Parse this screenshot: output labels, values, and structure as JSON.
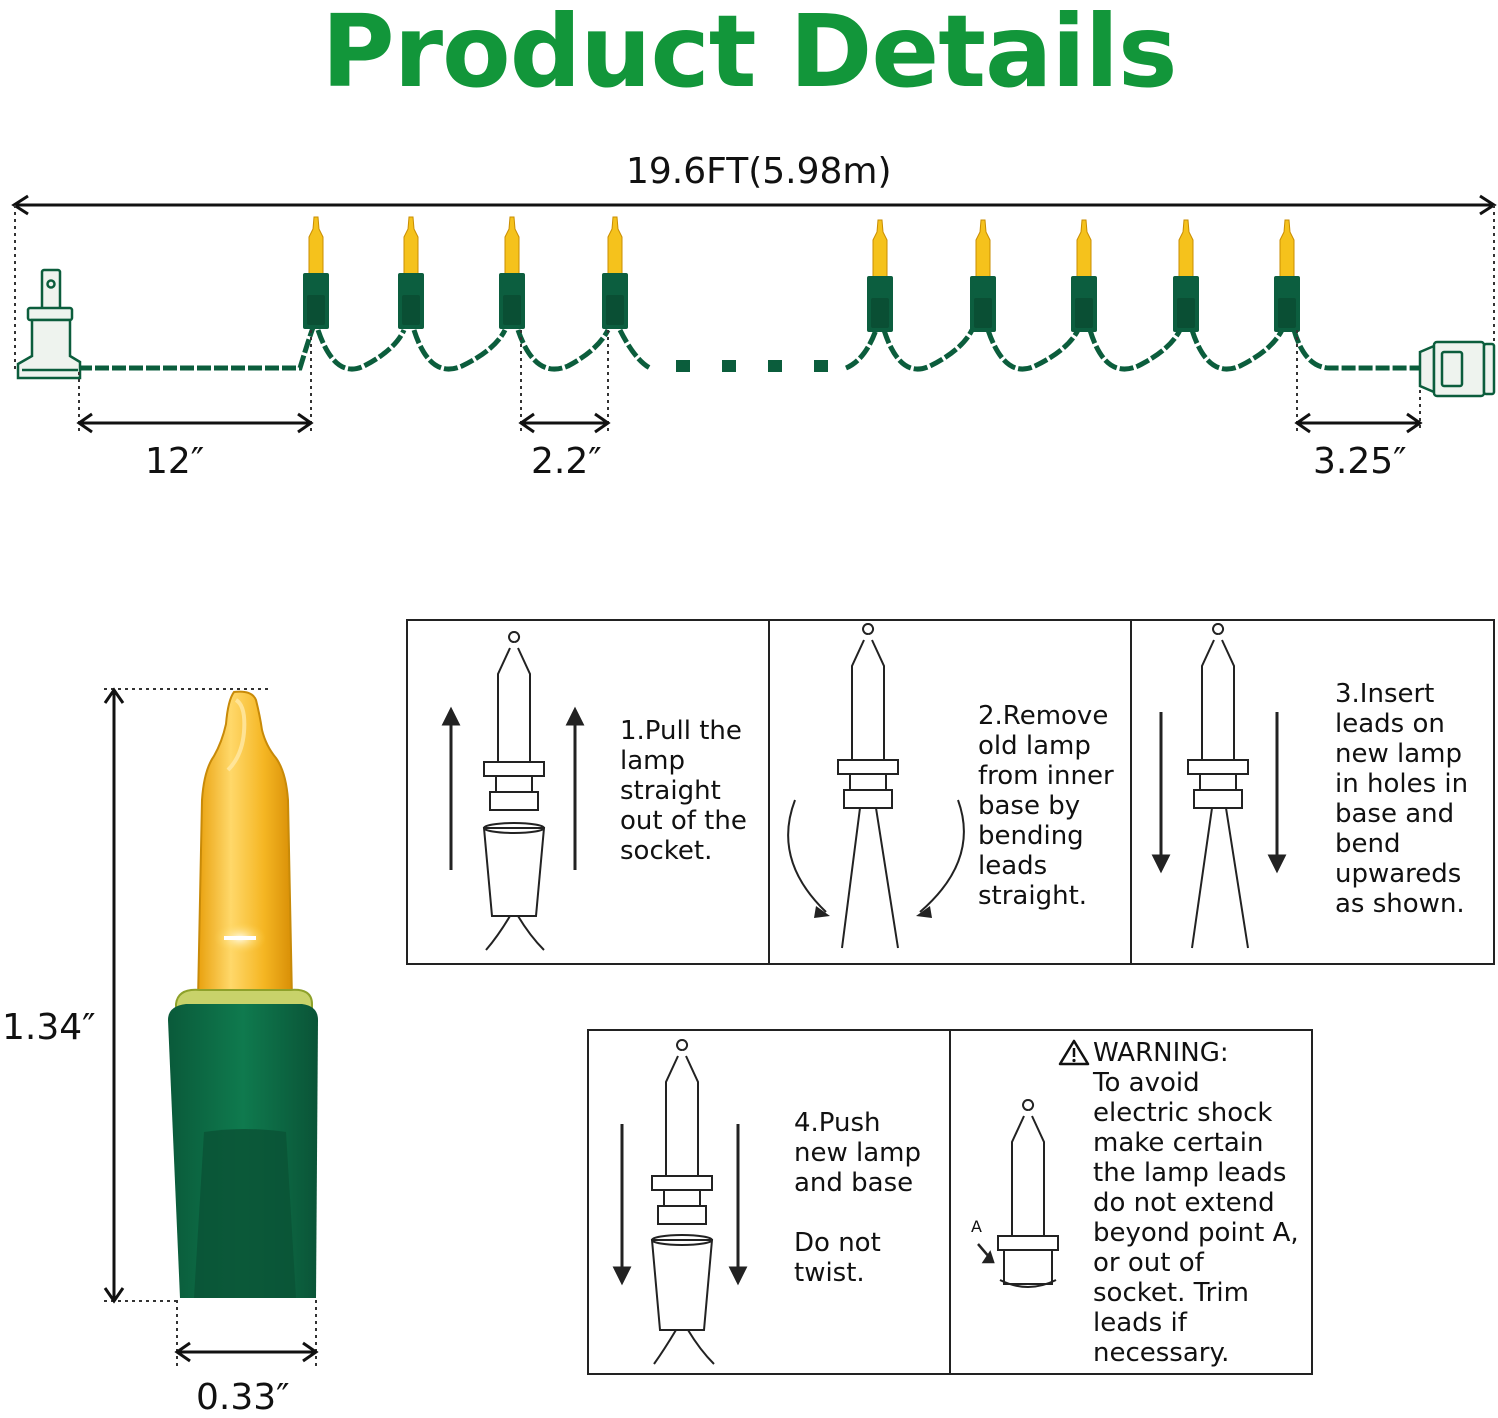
{
  "title": "Product Details",
  "dimensions": {
    "total_length": "19.6FT(5.98m)",
    "lead_in": "12″",
    "bulb_spacing": "2.2″",
    "lead_out": "3.25″",
    "bulb_height": "1.34″",
    "bulb_width": "0.33″"
  },
  "steps": [
    {
      "text": "1.Pull the\nlamp\nstraight\nout of the\nsocket."
    },
    {
      "text": "2.Remove\nold lamp\nfrom inner\nbase by\nbending\nleads\nstraight."
    },
    {
      "text": "3.Insert\nleads on\nnew lamp\nin holes in\nbase and\nbend\nupwareds\nas shown."
    },
    {
      "text": "4.Push\nnew lamp\nand base\n\nDo not\ntwist."
    }
  ],
  "warning": {
    "heading": "WARNING:",
    "text": "To avoid\nelectric shock\nmake certain\nthe lamp leads\ndo not extend\nbeyond point A,\nor out of\nsocket. Trim\nleads if\nnecessary.",
    "point_label": "A"
  },
  "colors": {
    "title_green": "#12963a",
    "wire_green": "#0b5d3c",
    "bulb_amber": "#f4b51c",
    "base_green": "#0c6a45"
  }
}
